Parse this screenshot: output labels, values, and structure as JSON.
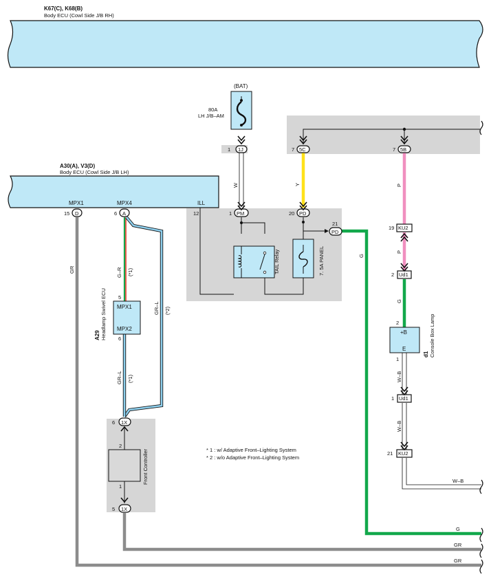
{
  "top_ecu": {
    "code": "K67(C), K68(B)",
    "name": "Body ECU (Cowl Side J/B RH)"
  },
  "body_ecu": {
    "code": "A30(A), V3(D)",
    "name": "Body ECU (Cowl Side J/B LH)",
    "pin_mpx1": "MPX1",
    "pin_mpx4": "MPX4",
    "pin_ill": "ILL",
    "pin15": "15",
    "conn_d": "D",
    "pin6": "6",
    "conn_a": "A"
  },
  "fuse": {
    "source": "(BAT)",
    "rating": "80A",
    "name": "LH J/B–AM"
  },
  "connectors": {
    "c1j_pin": "1",
    "c1j": "1J",
    "c5c_pin": "7",
    "c5c": "5C",
    "c5b_pin": "7",
    "c5b": "5B",
    "pm_pin": "1",
    "pm": "PM",
    "pd_pin": "20",
    "pd": "PD",
    "pd2_pin": "21",
    "pd2": "PD",
    "ill12": "12",
    "ku2_pin": "19",
    "ku2": "KU2",
    "ud1_pin": "2",
    "ud1": "Ud1",
    "ud1b_pin": "1",
    "ud1b": "Ud1",
    "ku2b_pin": "21",
    "ku2b": "KU2",
    "x6_pin": "6",
    "x6": "1X",
    "x5_pin": "5",
    "x5": "1X"
  },
  "relay": {
    "tail": "TAIL Relay",
    "panel": "7. 5A PANEL"
  },
  "swivel": {
    "code": "A29",
    "name": "Headlamp Swivel ECU",
    "pin_mpx1": "MPX1",
    "pin_mpx2": "MPX2",
    "pin5": "5",
    "pin6": "6"
  },
  "front_controller": {
    "name": "Front Controller",
    "pin2": "2",
    "pin1": "1"
  },
  "console_lamp": {
    "code": "d1",
    "name": "Console Box Lamp",
    "pin_b": "+B",
    "pin_e": "E",
    "pin2": "2",
    "pin1": "1"
  },
  "wires": {
    "w": "W",
    "y": "Y",
    "p1": "P",
    "p2": "P",
    "g1": "G",
    "g2": "G",
    "gr1": "GR",
    "gr_r": "G–R",
    "gr_r_note": "(*1)",
    "gr_l1": "GR–L",
    "gr_l1_note": "(*2)",
    "gr_l2": "GR–L",
    "gr_l2_note": "(*1)",
    "wb1": "W–B",
    "wb2": "W–B",
    "wb3": "W–B",
    "out_g": "G",
    "out_gr1": "GR",
    "out_gr2": "GR"
  },
  "notes": {
    "n1": "* 1 : w/ Adaptive Front–Lighting System",
    "n2": "* 2 : w/o Adaptive Front–Lighting System"
  },
  "colors": {
    "yellow": "#ffe11a",
    "pink": "#f08fbf",
    "green": "#12a84b",
    "gray": "#8c8c8c",
    "blue": "#8fd0ee",
    "red": "#e23a2a"
  }
}
